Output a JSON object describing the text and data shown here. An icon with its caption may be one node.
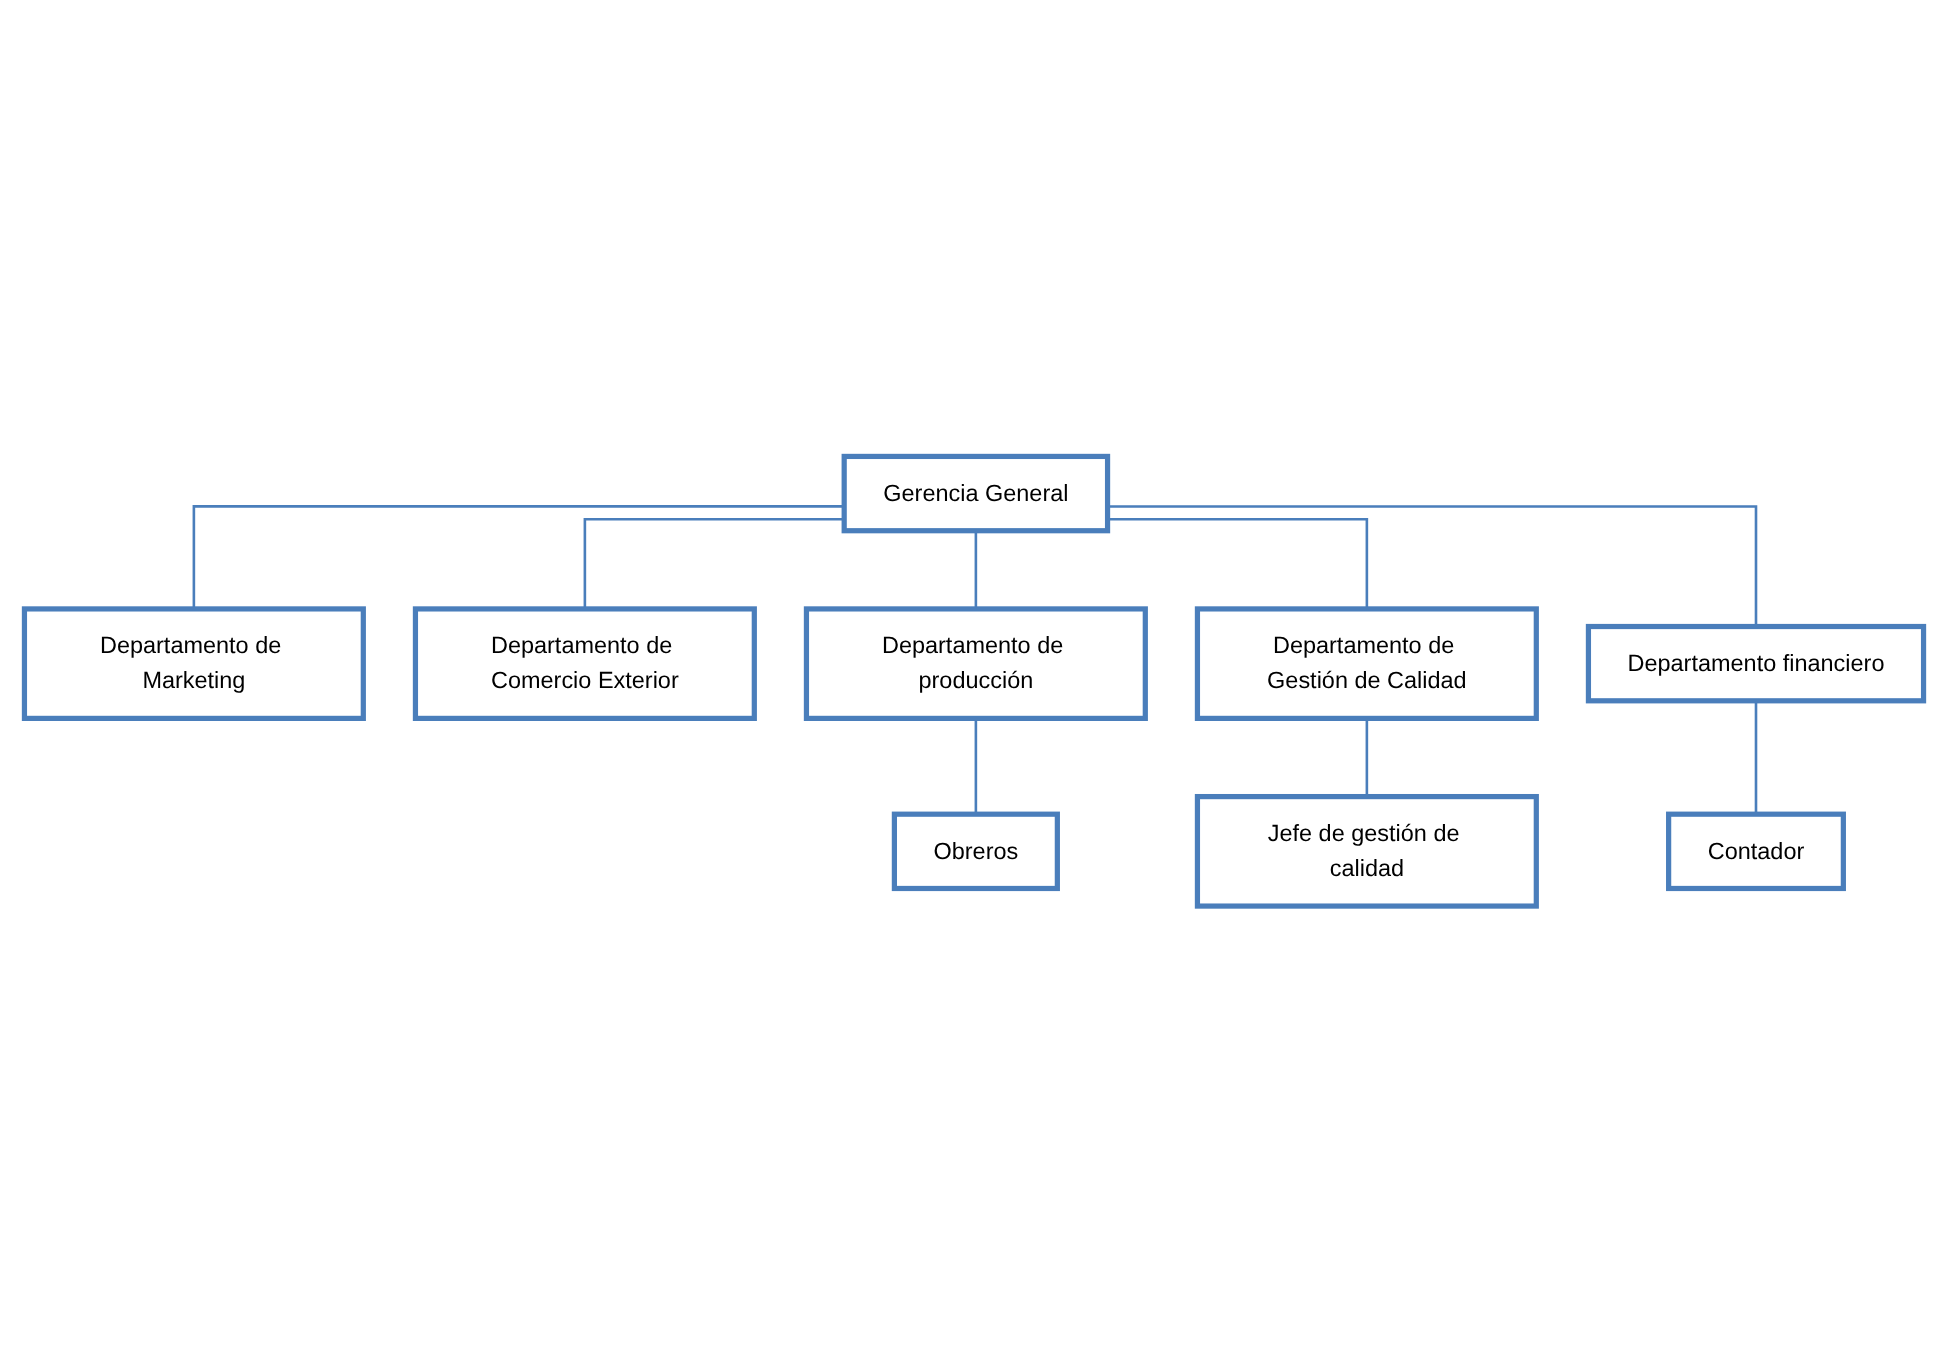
{
  "diagram": {
    "nodes": [
      {
        "text": [
          "Gerencia General"
        ]
      },
      {
        "text": [
          "Departamento de Marketing"
        ]
      },
      {
        "text": [
          "Departamento de Comercio Exterior"
        ]
      },
      {
        "text": [
          "Departamento de producción"
        ]
      },
      {
        "text": [
          "Departamento de Gestión de Calidad"
        ]
      },
      {
        "text": [
          "Departamento financiero"
        ]
      },
      {
        "text": [
          "Obreros"
        ]
      },
      {
        "text": [
          "Jefe de gestión de calidad"
        ]
      },
      {
        "text": [
          "Contador"
        ]
      }
    ],
    "edges": [
      {
        "from": 0,
        "to": 1,
        "arrow": "none"
      },
      {
        "from": 0,
        "to": 2,
        "arrow": "none"
      },
      {
        "from": 0,
        "to": 3,
        "arrow": "none"
      },
      {
        "from": 0,
        "to": 4,
        "arrow": "none"
      },
      {
        "from": 0,
        "to": 5,
        "arrow": "none"
      },
      {
        "from": 3,
        "to": 6,
        "arrow": "none"
      },
      {
        "from": 4,
        "to": 7,
        "arrow": "none"
      },
      {
        "from": 5,
        "to": 8,
        "arrow": "none"
      }
    ]
  }
}
